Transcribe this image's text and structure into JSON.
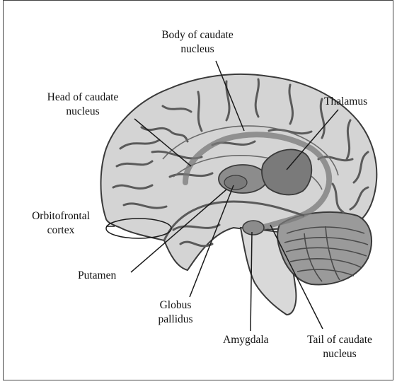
{
  "figure": {
    "labels": {
      "body_caudate_1": "Body of caudate",
      "body_caudate_2": "nucleus",
      "head_caudate_1": "Head of caudate",
      "head_caudate_2": "nucleus",
      "thalamus": "Thalamus",
      "orbitofrontal_1": "Orbitofrontal",
      "orbitofrontal_2": "cortex",
      "putamen": "Putamen",
      "globus_1": "Globus",
      "globus_2": "pallidus",
      "amygdala": "Amygdala",
      "tail_caudate_1": "Tail of caudate",
      "tail_caudate_2": "nucleus"
    },
    "colors": {
      "brain_fill": "#d4d4d4",
      "sulci": "#5a5a5a",
      "basal_ganglia": "#8c8c8c",
      "thalamus": "#7a7a7a",
      "cerebellum": "#9a9a9a",
      "leader_lines": "#1a1a1a"
    }
  }
}
